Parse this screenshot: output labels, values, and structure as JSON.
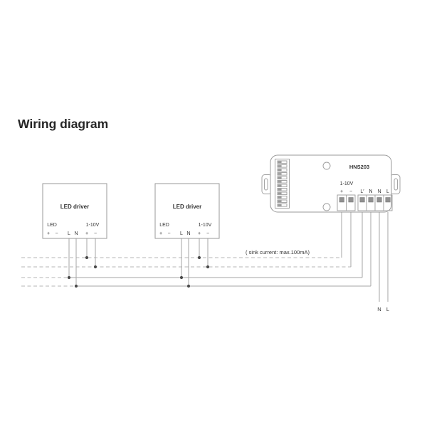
{
  "title": "Wiring diagram",
  "driver": {
    "name": "LED driver",
    "output_label": "LED",
    "plus": "+",
    "minus": "−",
    "live": "L",
    "neutral": "N",
    "dim_label": "1-10V"
  },
  "sensor": {
    "model": "HNS203",
    "dim_label": "1-10V",
    "plus": "+",
    "minus": "−",
    "terminals": [
      "L′",
      "N",
      "N",
      "L"
    ]
  },
  "note": "( sink current: max.100mA)",
  "mains": {
    "neutral": "N",
    "live": "L"
  },
  "colors": {
    "wire": "#a6a6a6",
    "wire_dashed": "#b5b5b5",
    "text": "#333333",
    "outline": "#9a9a9a"
  }
}
